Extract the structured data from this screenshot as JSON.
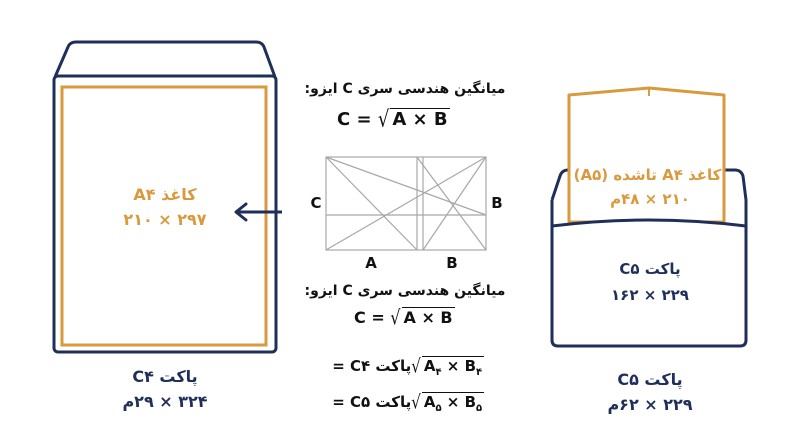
{
  "colors": {
    "navy": "#1f2f5a",
    "gold": "#d89a3c",
    "diagram_grey": "#a8a8a8"
  },
  "left": {
    "inner_title": "کاغذ A۴",
    "inner_size": "۲۹۷ × ۲۱۰",
    "caption_title": "پاکت C۴",
    "caption_size": "۳۲۴ × ۲۹م"
  },
  "center": {
    "heading_1": "میانگین هندسی سری C ایزو:",
    "formula_1": {
      "lhs": "C = ",
      "rad": "A × B"
    },
    "labels": {
      "c": "C",
      "b_side": "B",
      "a_bottom": "A",
      "b_bottom": "B"
    },
    "heading_2": "میانگین هندسی سری C ایزو:",
    "formula_2": {
      "lhs": "C = ",
      "rad": "A × B"
    },
    "formula_3": {
      "lhs": "پاکت C۴ = ",
      "a": "A",
      "a_sub": "۴",
      "times": " × ",
      "b": "B",
      "b_sub": "۴"
    },
    "formula_4": {
      "lhs": "پاکت C۵ = ",
      "a": "A",
      "a_sub": "۵",
      "times": " × ",
      "b": "B",
      "b_sub": "۵"
    }
  },
  "right": {
    "sheet_title": "کاغذ A۴ تاشده (A۵)",
    "sheet_size": "۲۱۰ × ۴۸م",
    "pocket_title": "پاکت C۵",
    "pocket_size": "۲۲۹ × ۱۶۲",
    "caption_title": "پاکت C۵",
    "caption_size": "۲۲۹ × ۶۲م"
  }
}
